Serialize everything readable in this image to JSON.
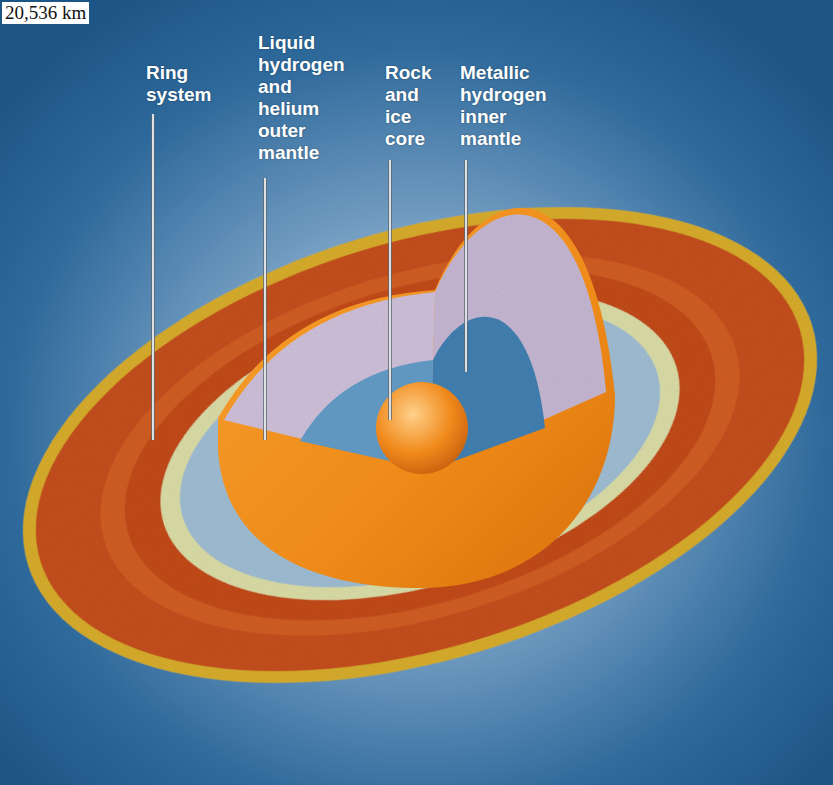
{
  "diagram": {
    "labels": [
      "20,536 km",
      "Ring system",
      "Liquid hydrogen and helium outer mantle",
      "Rock and ice core",
      "Metallic hydrogen inner mantle"
    ]
  }
}
